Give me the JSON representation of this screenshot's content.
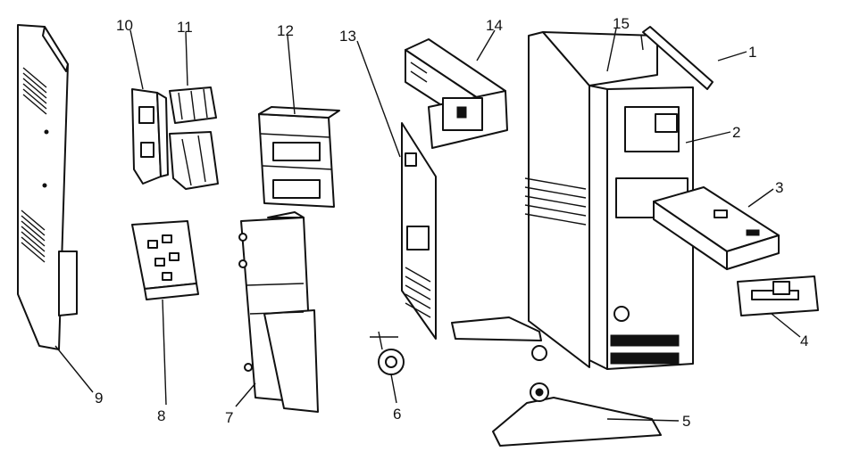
{
  "callouts": [
    {
      "id": "1",
      "label": "1"
    },
    {
      "id": "2",
      "label": "2"
    },
    {
      "id": "3",
      "label": "3"
    },
    {
      "id": "4",
      "label": "4"
    },
    {
      "id": "5",
      "label": "5"
    },
    {
      "id": "6",
      "label": "6"
    },
    {
      "id": "7",
      "label": "7"
    },
    {
      "id": "8",
      "label": "8"
    },
    {
      "id": "9",
      "label": "9"
    },
    {
      "id": "10",
      "label": "10"
    },
    {
      "id": "11",
      "label": "11"
    },
    {
      "id": "12",
      "label": "12"
    },
    {
      "id": "13",
      "label": "13"
    },
    {
      "id": "14",
      "label": "14"
    },
    {
      "id": "15",
      "label": "15"
    }
  ],
  "colors": {
    "ink": "#111111",
    "paper": "#ffffff"
  }
}
